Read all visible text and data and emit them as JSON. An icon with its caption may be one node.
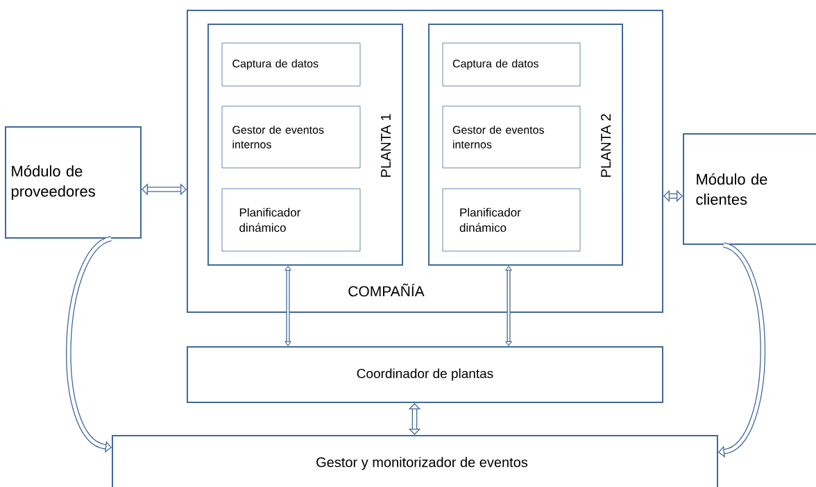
{
  "diagram": {
    "nodes": [
      {
        "text": [
          "Módulo de proveedores"
        ]
      },
      {
        "text": [
          "COMPAÑÍA"
        ]
      },
      {
        "text": [
          "PLANTA 1"
        ],
        "in": 1
      },
      {
        "text": [
          "Captura de datos"
        ],
        "in": 2
      },
      {
        "text": [
          "Gestor de eventos internos"
        ],
        "in": 2
      },
      {
        "text": [
          "Planificador dinámico"
        ],
        "in": 2
      },
      {
        "text": [
          "PLANTA 2"
        ],
        "in": 1
      },
      {
        "text": [
          "Captura de datos"
        ],
        "in": 6
      },
      {
        "text": [
          "Gestor de eventos internos"
        ],
        "in": 6
      },
      {
        "text": [
          "Planificador dinámico"
        ],
        "in": 6
      },
      {
        "text": [
          "Módulo de clientes"
        ]
      },
      {
        "text": [
          "Coordinador de plantas"
        ]
      },
      {
        "text": [
          "Gestor y monitorizador de eventos"
        ]
      }
    ],
    "edges": [
      {
        "from": 0,
        "to": 1,
        "arrow": "both"
      },
      {
        "from": 1,
        "to": 10,
        "arrow": "both"
      },
      {
        "from": 2,
        "to": 11,
        "arrow": "both"
      },
      {
        "from": 6,
        "to": 11,
        "arrow": "both"
      },
      {
        "from": 11,
        "to": 12,
        "arrow": "both"
      },
      {
        "from": 0,
        "to": 12,
        "arrow": "to"
      },
      {
        "from": 10,
        "to": 12,
        "arrow": "to"
      }
    ]
  }
}
